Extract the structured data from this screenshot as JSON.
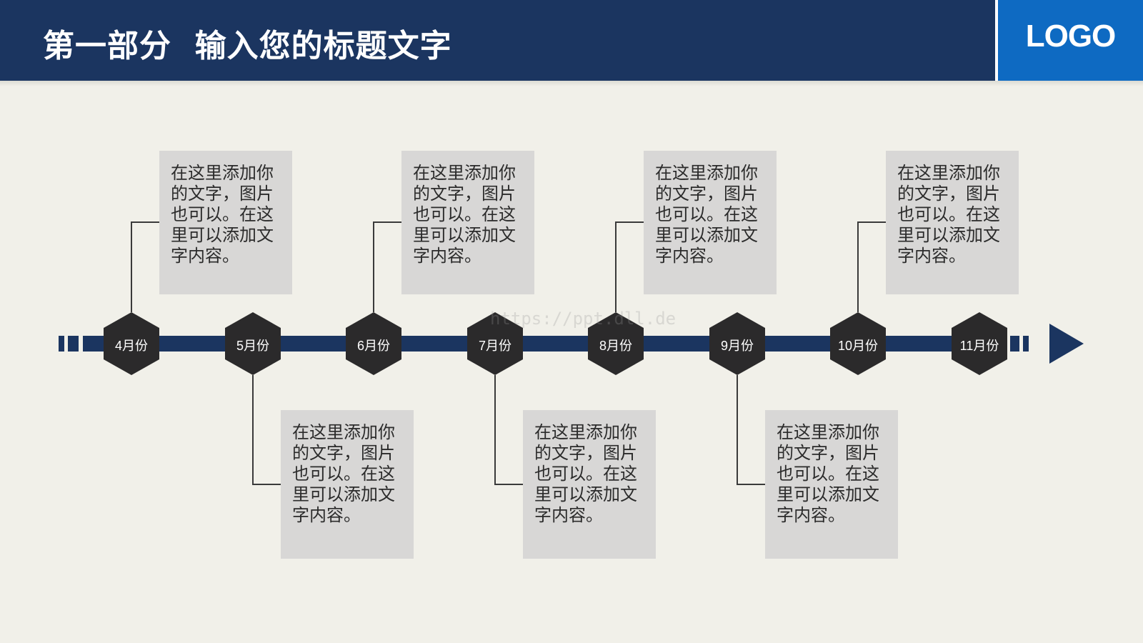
{
  "header": {
    "title": "第一部分  输入您的标题文字",
    "logo": "LOGO"
  },
  "colors": {
    "header_bg": "#1b3560",
    "logo_bg": "#0e6ac2",
    "page_bg": "#f1f0e9",
    "timeline_bar": "#1b3560",
    "hexagon": "#2b2a2b",
    "card_bg": "#d8d7d6",
    "connector": "#3a3a3a"
  },
  "timeline": {
    "direction_icon": "arrow-right-icon",
    "milestones": [
      {
        "label": "4月份",
        "card_position": "above",
        "text": "在这里添加你的文字，图片也可以。在这里可以添加文字内容。"
      },
      {
        "label": "5月份",
        "card_position": "below",
        "text": "在这里添加你的文字，图片也可以。在这里可以添加文字内容。"
      },
      {
        "label": "6月份",
        "card_position": "above",
        "text": "在这里添加你的文字，图片也可以。在这里可以添加文字内容。"
      },
      {
        "label": "7月份",
        "card_position": "below",
        "text": "在这里添加你的文字，图片也可以。在这里可以添加文字内容。"
      },
      {
        "label": "8月份",
        "card_position": "above",
        "text": "在这里添加你的文字，图片也可以。在这里可以添加文字内容。"
      },
      {
        "label": "9月份",
        "card_position": "below",
        "text": "在这里添加你的文字，图片也可以。在这里可以添加文字内容。"
      },
      {
        "label": "10月份",
        "card_position": "above",
        "text": "在这里添加你的文字，图片也可以。在这里可以添加文字内容。"
      },
      {
        "label": "11月份",
        "card_position": "none",
        "text": ""
      }
    ]
  },
  "watermark": "https://ppt.dll.de"
}
